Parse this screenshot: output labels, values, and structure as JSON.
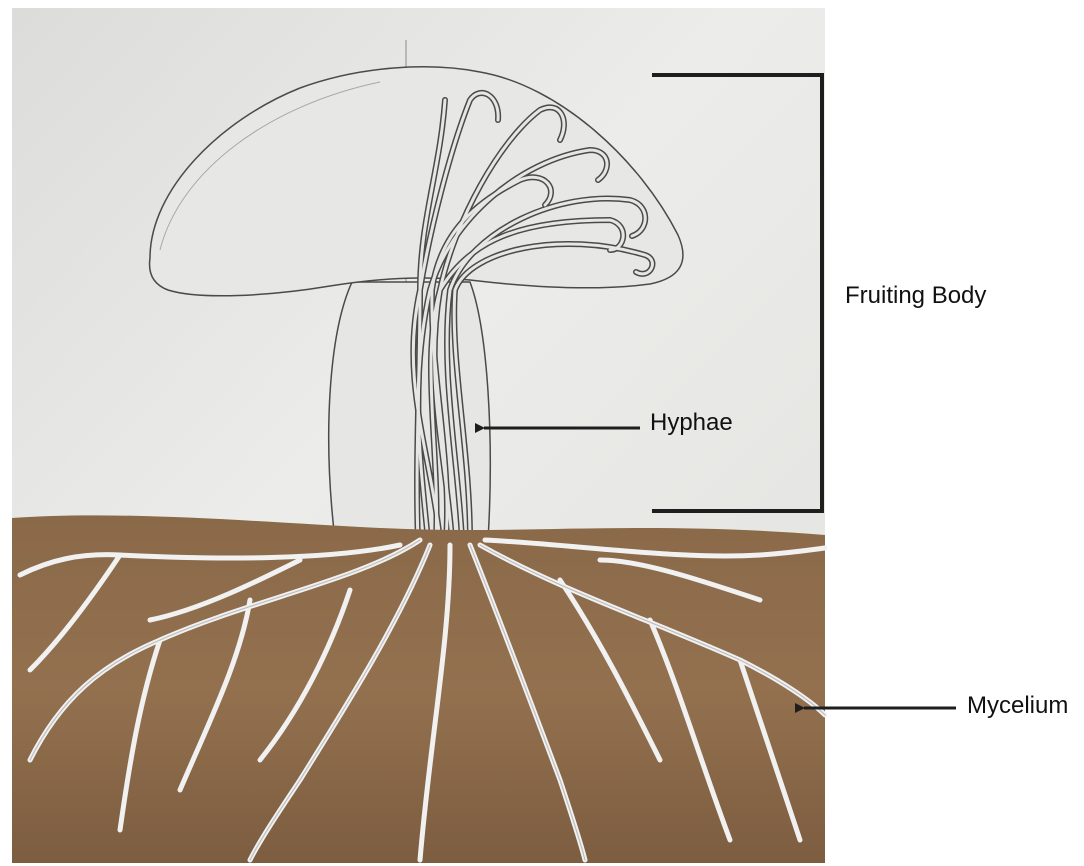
{
  "labels": {
    "fruiting_body": "Fruiting Body",
    "hyphae": "Hyphae",
    "mycelium": "Mycelium"
  },
  "colors": {
    "paper": "#e4e4e2",
    "paper_shadow": "#d3d3d0",
    "soil": "#8c6a4b",
    "soil_dark": "#6f5035",
    "hyphae_fill": "#d9d9d9",
    "pencil": "#4a4a4a",
    "annotation": "#1e1e1e"
  },
  "icons": {
    "hyphae_pointer": "arrow-left-icon",
    "mycelium_pointer": "arrow-left-icon",
    "fruiting_body_range": "bracket-icon"
  }
}
